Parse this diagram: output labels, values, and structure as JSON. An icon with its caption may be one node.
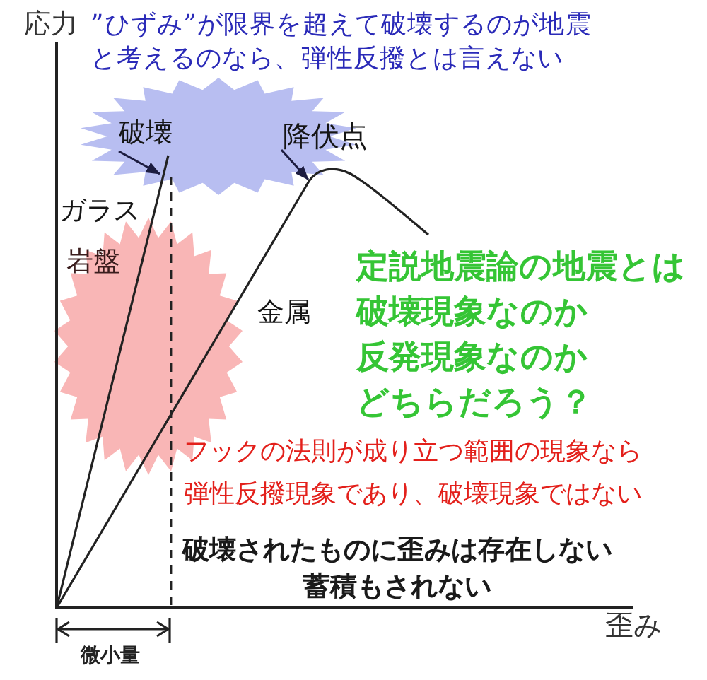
{
  "diagram": {
    "nodes": [
      {
        "text": [],
        "shape": "starburst"
      },
      {
        "text": [
          "破壊"
        ],
        "in": 0
      },
      {
        "text": [
          "降伏点"
        ]
      },
      {
        "text": [
          "岩盤"
        ]
      }
    ],
    "edges": [
      {
        "from": 1,
        "to": null,
        "arrow": "to"
      },
      {
        "from": 2,
        "to": null,
        "arrow": "to"
      }
    ],
    "labels": [
      "応力",
      "”ひずみ”が限界を超えて破壊するのが地震と考えるのなら、弾性反撥とは言えない",
      "ガラス",
      "金属",
      "定説地震論の地震とは破壊現象なのか反発現象なのかどちらだろう？",
      "フックの法則が成り立つ範囲の現象なら弾性反撥現象であり、破壊現象ではない",
      "破壊されたものに歪みは存在しない蓄積もされない",
      "歪み",
      "微小量"
    ]
  }
}
